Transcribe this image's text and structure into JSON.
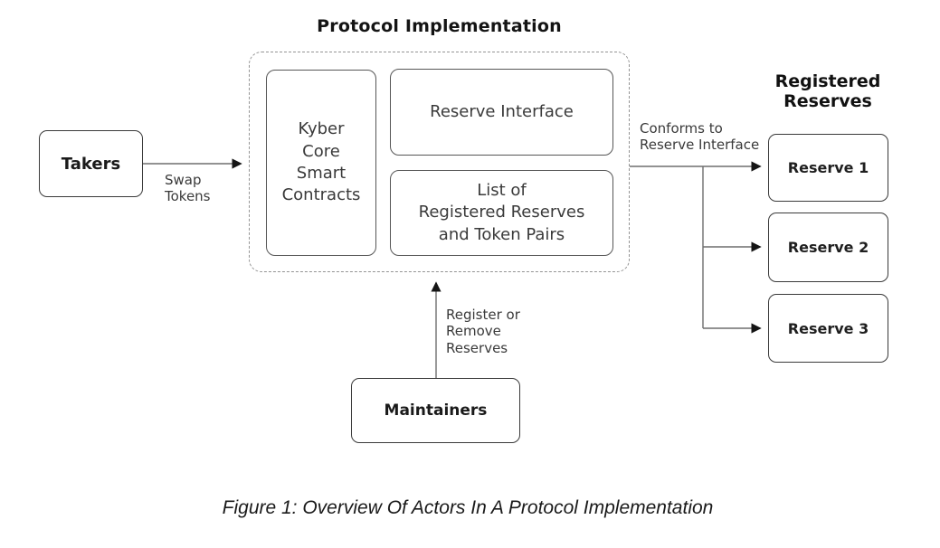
{
  "figure": {
    "title": "Protocol Implementation",
    "caption": "Figure 1: Overview Of Actors In A Protocol Implementation",
    "takers": {
      "label": "Takers"
    },
    "maintainers": {
      "label": "Maintainers"
    },
    "protocol_box": {
      "kyber_core": "Kyber\nCore\nSmart\nContracts",
      "reserve_interface": "Reserve Interface",
      "registered_list": "List of\nRegistered Reserves\nand Token Pairs"
    },
    "registered_reserves": {
      "heading": "Registered\nReserves",
      "items": [
        {
          "label": "Reserve 1"
        },
        {
          "label": "Reserve 2"
        },
        {
          "label": "Reserve 3"
        }
      ]
    },
    "edges": {
      "swap_tokens": "Swap\nTokens",
      "conforms": "Conforms to\nReserve Interface",
      "register_remove": "Register or\nRemove\nReserves"
    },
    "colors": {
      "box_border": "#565656",
      "actor_border": "#3a3a3a",
      "dashed_border": "#949494",
      "arrow_line": "#6e6e6e",
      "arrow_head": "#151515",
      "text": "#3a3a3a",
      "heading_text": "#111111"
    }
  }
}
